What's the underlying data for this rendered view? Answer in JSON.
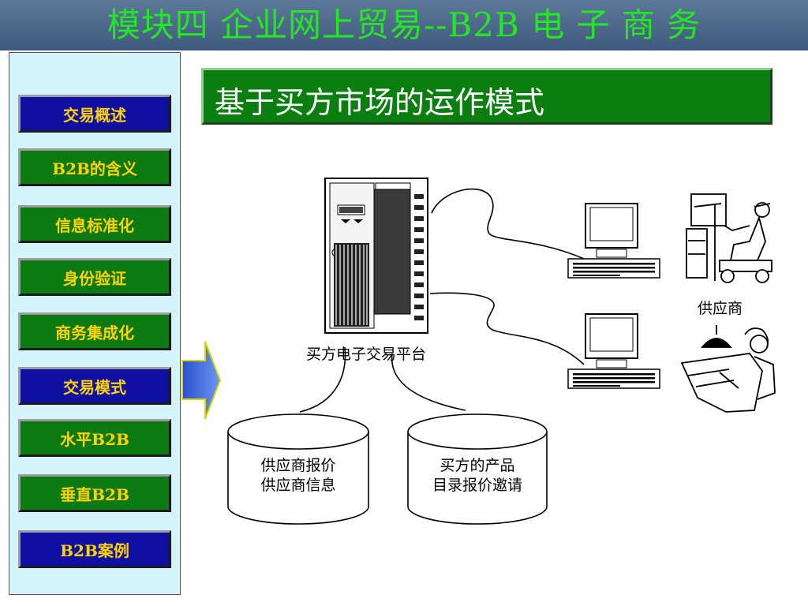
{
  "header": {
    "title": "模块四  企业网上贸易--B2B 电 子 商 务"
  },
  "sidebar": {
    "items": [
      {
        "label": "交易概述"
      },
      {
        "label": "B2B的含义"
      },
      {
        "label": "信息标准化"
      },
      {
        "label": "身份验证"
      },
      {
        "label": "商务集成化"
      },
      {
        "label": "交易模式"
      },
      {
        "label": "水平B2B"
      },
      {
        "label": "垂直B2B"
      },
      {
        "label": "B2B案例"
      }
    ]
  },
  "content": {
    "heading": "基于买方市场的运作模式",
    "server_label": "买方电子交易平台",
    "supplier_label": "供应商",
    "db_left": {
      "line1": "供应商报价",
      "line2": "供应商信息"
    },
    "db_right": {
      "line1": "买方的产品",
      "line2": "目录报价邀请"
    }
  },
  "colors": {
    "title_text": "#22e822",
    "nav_blue": "#0f10a3",
    "nav_green": "#0b7a12",
    "nav_text": "#ffd200",
    "heading_bg": "#0a7f10",
    "sidebar_bg": "#d4f3fb"
  }
}
